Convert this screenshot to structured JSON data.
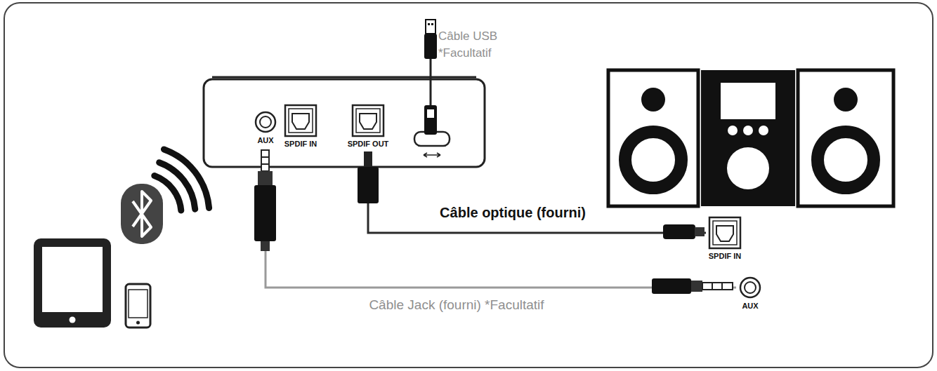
{
  "diagram": {
    "nodes": [
      {
        "text": [
          "AUX"
        ]
      },
      {
        "text": [
          "SPDIF IN"
        ]
      },
      {
        "text": [
          "SPDIF OUT"
        ]
      },
      {
        "text": [
          "SPDIF IN"
        ]
      },
      {
        "text": [
          "AUX"
        ]
      }
    ],
    "edges": [
      {
        "from": 2,
        "to": 3,
        "label": "Câble optique (fourni)",
        "arrow": "none"
      },
      {
        "from": 0,
        "to": 4,
        "label": "Câble Jack (fourni) *Facultatif",
        "arrow": "none"
      }
    ],
    "labels": [
      "Câble USB *Facultatif"
    ]
  }
}
